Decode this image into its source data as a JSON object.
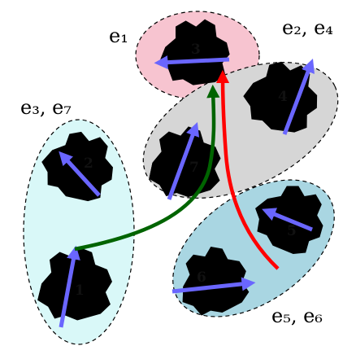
{
  "colors": {
    "ellipse_e1": "#f7c4d0",
    "ellipse_e2e4": "#d6d6d6",
    "ellipse_e3e7": "#d9f8f8",
    "ellipse_e5e6": "#a9d6e2",
    "dipole_arrow": "#6a66ff",
    "transfer_green": "#006400",
    "transfer_red": "#ff0000",
    "molecule": "#000000"
  },
  "groups": [
    {
      "id": "e1",
      "label": "e₁"
    },
    {
      "id": "e2e4",
      "label": "e₂, e₄"
    },
    {
      "id": "e3e7",
      "label": "e₃, e₇"
    },
    {
      "id": "e5e6",
      "label": "e₅, e₆"
    }
  ],
  "chromophores": [
    {
      "id": "1",
      "label": "1"
    },
    {
      "id": "2",
      "label": "2"
    },
    {
      "id": "3",
      "label": "3"
    },
    {
      "id": "4",
      "label": "4"
    },
    {
      "id": "5",
      "label": "5"
    },
    {
      "id": "6",
      "label": "6"
    },
    {
      "id": "7",
      "label": "7"
    }
  ],
  "icons": {
    "molecule": "porphyrin-ring-icon",
    "dipole": "arrow-icon"
  }
}
